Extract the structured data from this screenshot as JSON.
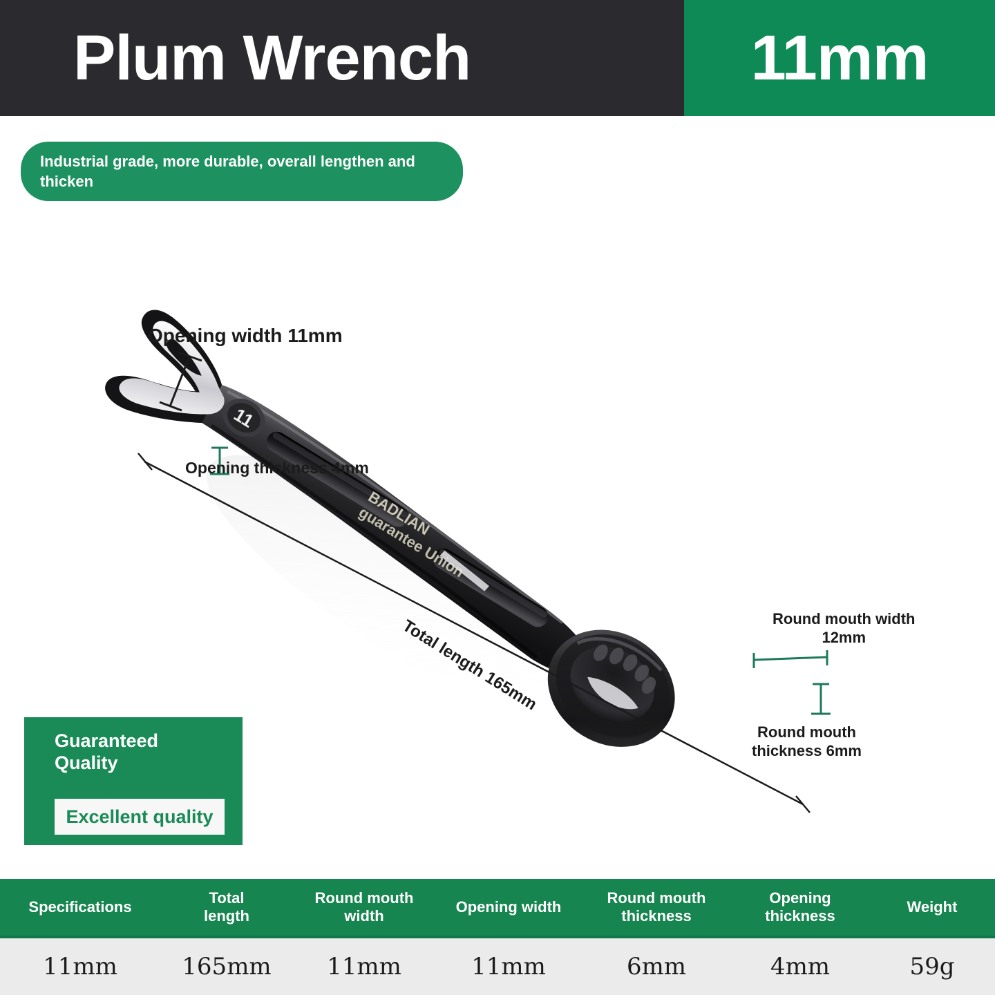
{
  "header": {
    "title": "Plum Wrench",
    "size": "11mm",
    "dark_color": "#2b2a2e",
    "green_color": "#0d8a55"
  },
  "feature_pill": {
    "text": "Industrial grade, more durable, overall lengthen and thicken"
  },
  "product": {
    "brand_line1": "BADLIAN",
    "brand_line2": "guarantee Union",
    "head_marking": "11"
  },
  "annotations": {
    "opening_width": "Opening width 11mm",
    "opening_thickness": "Opening thickness 4mm",
    "round_mouth_width": "Round mouth width\n12mm",
    "round_mouth_thickness": "Round mouth\nthickness 6mm",
    "total_length": "Total length 165mm",
    "dimension_color": "#1d7a59"
  },
  "badge": {
    "title": "Guaranteed\nQuality",
    "chip": "Excellent quality",
    "bg_color": "#1a8b57",
    "chip_text_color": "#1a8b57"
  },
  "spec_table": {
    "headers": [
      "Specifications",
      "Total\nlength",
      "Round mouth\nwidth",
      "Opening width",
      "Round mouth\nthickness",
      "Opening\nthickness",
      "Weight"
    ],
    "values": [
      "11mm",
      "165mm",
      "11mm",
      "11mm",
      "6mm",
      "4mm",
      "59g"
    ],
    "header_bg": "#16854f",
    "row_bg": "#ebebeb"
  }
}
